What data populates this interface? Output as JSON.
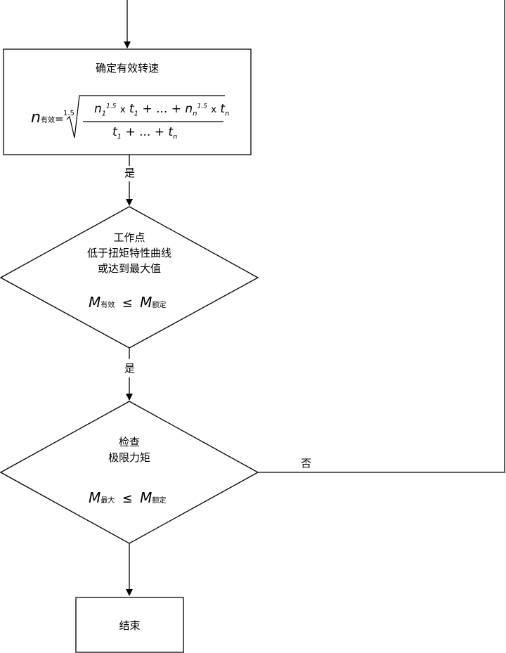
{
  "flow": {
    "box_effective_speed": {
      "title": "确定有效转速",
      "formula": {
        "lhs_var": "n",
        "lhs_sub": "有效",
        "equals": "=",
        "root_index": "1.5",
        "numerator": {
          "n1": "n",
          "n1_sub": "1",
          "n1_sup": "1.5",
          "times1": "x",
          "t1": "t",
          "t1_sub": "1",
          "plus_dots": "+ ... +",
          "nn": "n",
          "nn_sub": "n",
          "nn_sup": "1.5",
          "times2": "x",
          "tn": "t",
          "tn_sub": "n"
        },
        "denominator": {
          "t1": "t",
          "t1_sub": "1",
          "plus_dots": "+ ... +",
          "tn": "t",
          "tn_sub": "n"
        }
      }
    },
    "edge_yes_1": "是",
    "diamond_operating_point": {
      "line1": "工作点",
      "line2": "低于扭矩特性曲线",
      "line3": "或达到最大值",
      "cond_lhs": "M",
      "cond_lhs_sub": "有效",
      "cond_op": "≤",
      "cond_rhs": "M",
      "cond_rhs_sub": "额定"
    },
    "edge_yes_2": "是",
    "diamond_limit_torque": {
      "line1": "检查",
      "line2": "极限力矩",
      "cond_lhs": "M",
      "cond_lhs_sub": "最大",
      "cond_op": "≤",
      "cond_rhs": "M",
      "cond_rhs_sub": "额定"
    },
    "edge_no": "否",
    "box_end": {
      "label": "结束"
    }
  }
}
